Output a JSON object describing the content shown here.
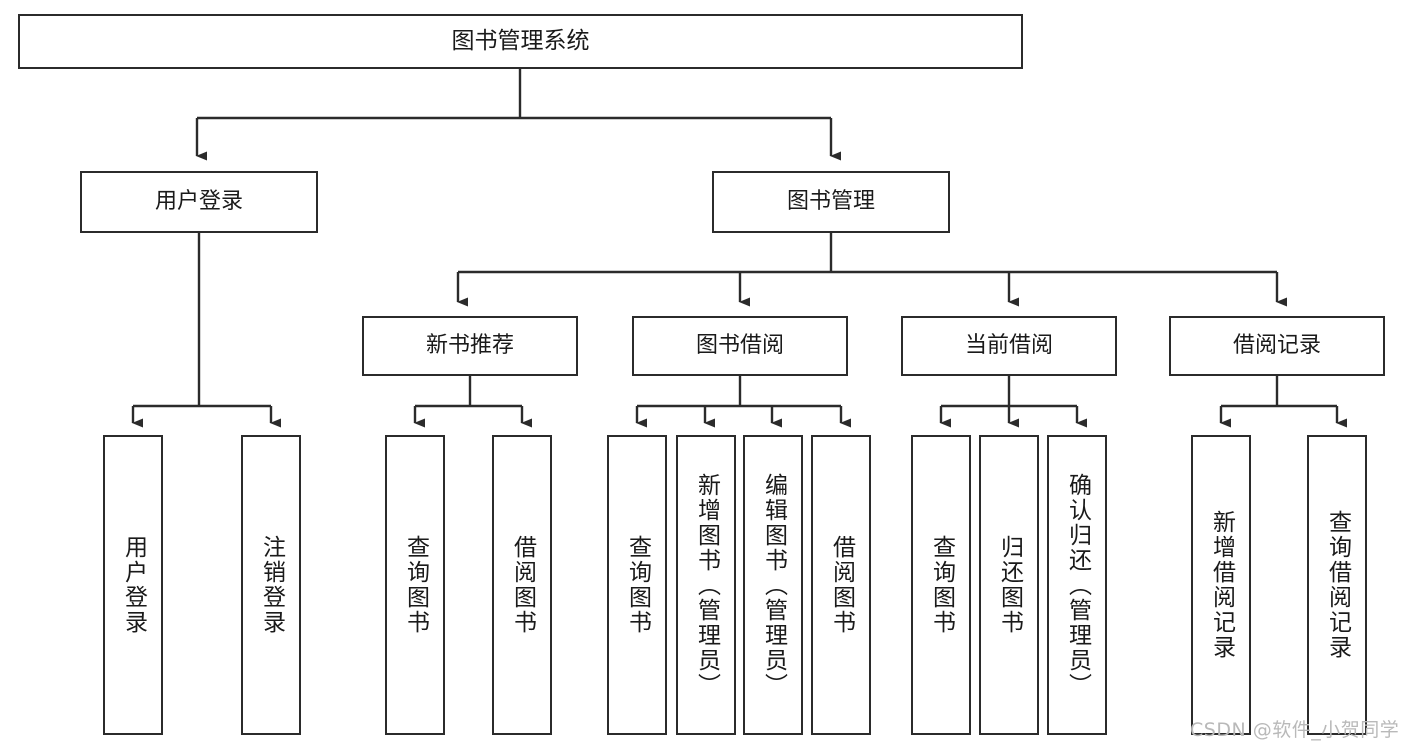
{
  "diagram": {
    "title": "图书管理系统",
    "type": "功能结构图",
    "root": {
      "label": "图书管理系统"
    },
    "level1": [
      {
        "label": "用户登录"
      },
      {
        "label": "图书管理"
      }
    ],
    "level2": [
      {
        "label": "新书推荐"
      },
      {
        "label": "图书借阅"
      },
      {
        "label": "当前借阅"
      },
      {
        "label": "借阅记录"
      }
    ],
    "leaves": {
      "user_login": [
        {
          "label": "用户登录"
        },
        {
          "label": "注销登录"
        }
      ],
      "new_book_recommend": [
        {
          "label": "查询图书"
        },
        {
          "label": "借阅图书"
        }
      ],
      "book_borrow": [
        {
          "label": "查询图书"
        },
        {
          "label": "新增图书（管理员）"
        },
        {
          "label": "编辑图书（管理员）"
        },
        {
          "label": "借阅图书"
        }
      ],
      "current_borrow": [
        {
          "label": "查询图书"
        },
        {
          "label": "归还图书"
        },
        {
          "label": "确认归还（管理员）"
        }
      ],
      "borrow_record": [
        {
          "label": "新增借阅记录"
        },
        {
          "label": "查询借阅记录"
        }
      ]
    },
    "watermark": "CSDN @软件_小贺同学",
    "colors": {
      "stroke": "#2b2b2b",
      "fill": "#ffffff",
      "text": "#1a1a1a",
      "watermark": "#b9b9b9"
    }
  }
}
